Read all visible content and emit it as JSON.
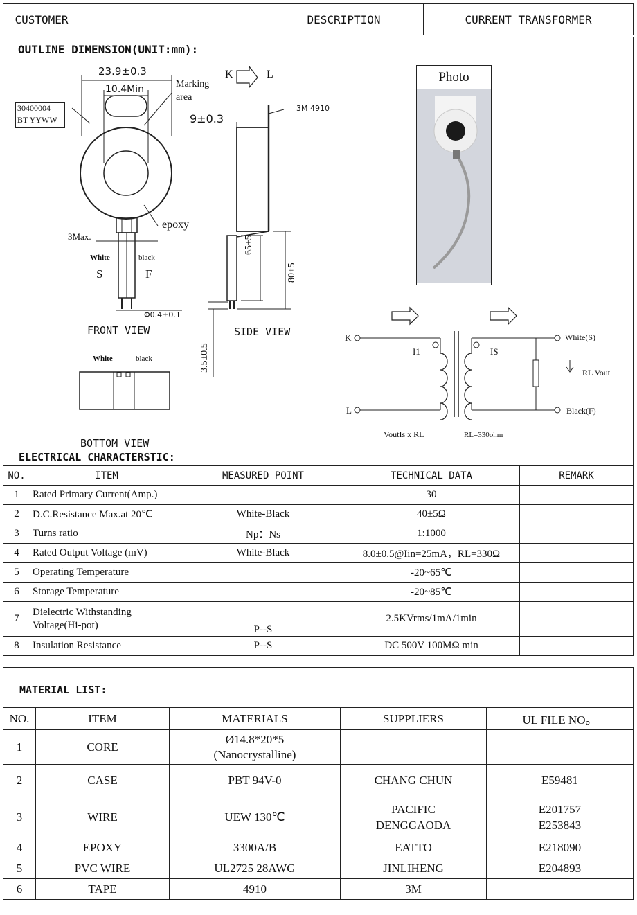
{
  "header": {
    "customer_label": "CUSTOMER",
    "customer_value": "",
    "description_label": "DESCRIPTION",
    "description_value": "CURRENT TRANSFORMER"
  },
  "outline": {
    "title": "OUTLINE DIMENSION(UNIT:mm):",
    "front": {
      "dim_width": "23.9±0.3",
      "dim_min": "10.4Min",
      "marking_area_1": "Marking",
      "marking_area_2": "area",
      "label_1": "30400004",
      "label_2": "BT  YYWW",
      "epoxy": "epoxy",
      "max": "3Max.",
      "white": "White",
      "black": "black",
      "s": "S",
      "f": "F",
      "pin_dia": "Φ0.4±0.1",
      "view_name": "FRONT VIEW"
    },
    "side": {
      "k_label": "K",
      "l_label": "L",
      "tape": "3M 4910",
      "thickness": "9±0.3",
      "dim_65": "65±5",
      "dim_80": "80±5",
      "dim_35": "3.5±0.5",
      "view_name": "SIDE VIEW"
    },
    "bottom": {
      "white": "White",
      "black": "black",
      "view_name": "BOTTOM VIEW"
    },
    "photo_label": "Photo",
    "circuit": {
      "k": "K",
      "l": "L",
      "i1": "I1",
      "is": "IS",
      "white_s": "White(S)",
      "black_f": "Black(F)",
      "rl_vout": "RL Vout",
      "formula": "VoutIs x RL",
      "rl_value": "RL=330ohm"
    }
  },
  "electrical": {
    "title": "ELECTRICAL CHARACTERSTIC:",
    "headers": [
      "NO.",
      "ITEM",
      "MEASURED POINT",
      "TECHNICAL DATA",
      "REMARK"
    ],
    "rows": [
      {
        "no": "1",
        "item": "Rated Primary Current(Amp.)",
        "point": "",
        "data": "30",
        "remark": ""
      },
      {
        "no": "2",
        "item": "D.C.Resistance Max.at 20℃",
        "point": "White-Black",
        "data": "40±5Ω",
        "remark": ""
      },
      {
        "no": "3",
        "item": "Turns ratio",
        "point": "Np：Ns",
        "data": "1:1000",
        "remark": ""
      },
      {
        "no": "4",
        "item": "Rated Output Voltage (mV)",
        "point": "White-Black",
        "data": "8.0±0.5@Iin=25mA，RL=330Ω",
        "remark": ""
      },
      {
        "no": "5",
        "item": "Operating Temperature",
        "point": "",
        "data": "-20~65℃",
        "remark": ""
      },
      {
        "no": "6",
        "item": "Storage Temperature",
        "point": "",
        "data": "-20~85℃",
        "remark": ""
      },
      {
        "no": "7",
        "item": "Dielectric Withstanding Voltage(Hi-pot)",
        "point": "P--S",
        "data": "2.5KVrms/1mA/1min",
        "remark": ""
      },
      {
        "no": "8",
        "item": "Insulation Resistance",
        "point": "P--S",
        "data": "DC   500V  100MΩ min",
        "remark": ""
      }
    ]
  },
  "materials": {
    "title": "MATERIAL LIST:",
    "headers": [
      "NO.",
      "ITEM",
      "MATERIALS",
      "SUPPLIERS",
      "UL FILE NO。"
    ],
    "rows": [
      {
        "no": "1",
        "item": "CORE",
        "material": "Ø14.8*20*5 (Nanocrystalline)",
        "supplier": "",
        "ul": ""
      },
      {
        "no": "2",
        "item": "CASE",
        "material": "PBT 94V-0",
        "supplier": "CHANG CHUN",
        "ul": "E59481"
      },
      {
        "no": "3",
        "item": "WIRE",
        "material": "UEW 130℃",
        "supplier": "PACIFIC DENGGAODA",
        "ul": "E201757 E253843"
      },
      {
        "no": "4",
        "item": "EPOXY",
        "material": "3300A/B",
        "supplier": "EATTO",
        "ul": "E218090"
      },
      {
        "no": "5",
        "item": "PVC WIRE",
        "material": "UL2725  28AWG",
        "supplier": "JINLIHENG",
        "ul": "E204893"
      },
      {
        "no": "6",
        "item": "TAPE",
        "material": "4910",
        "supplier": "3M",
        "ul": ""
      }
    ]
  }
}
